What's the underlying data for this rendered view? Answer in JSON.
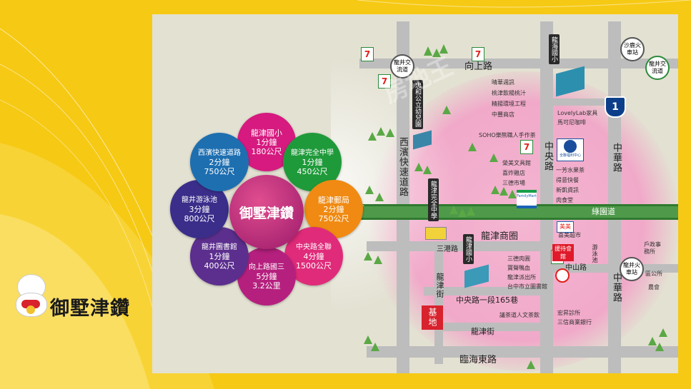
{
  "brand": {
    "name": "御墅津鑽",
    "center_label": "御墅津鑽",
    "watermark": "房地王"
  },
  "petals": [
    {
      "name": "龍津國小",
      "time": "1分鐘",
      "dist": "180公尺",
      "color": "#d61a7f"
    },
    {
      "name": "龍津完全中學",
      "time": "1分鐘",
      "dist": "450公尺",
      "color": "#1f9a3a"
    },
    {
      "name": "龍津郵局",
      "time": "2分鐘",
      "dist": "750公尺",
      "color": "#f08a12"
    },
    {
      "name": "中央路全聯",
      "time": "4分鐘",
      "dist": "1500公尺",
      "color": "#e02b7a"
    },
    {
      "name": "向上路國三",
      "time": "5分鐘",
      "dist": "3.2公里",
      "color": "#b5207e"
    },
    {
      "name": "龍井圖書館",
      "time": "1分鐘",
      "dist": "400公尺",
      "color": "#5c2f8e"
    },
    {
      "name": "龍井游泳池",
      "time": "3分鐘",
      "dist": "800公尺",
      "color": "#3a2e8a"
    },
    {
      "name": "西濱快速道路",
      "time": "2分鐘",
      "dist": "750公尺",
      "color": "#1e6fb0"
    }
  ],
  "roads": {
    "xiangshang": "向上路",
    "xibin": "西濱快速道路",
    "zhongyang": "中央路",
    "zhonghua_top": "中華路",
    "zhonghua_bottom": "中華路",
    "lvyuan": "綠園道",
    "sangang": "三港路",
    "zhongyang_165": "中央路一段165巷",
    "longjin_street_v": "龍津街",
    "longjin_street_h": "龍津街",
    "linhai_east": "臨海東路",
    "zhongshan": "中山路"
  },
  "tags": {
    "longhai": "龍海國小",
    "zhonghe": "忠和公立幼兒園",
    "longjin_high": "龍津完全中學",
    "longjin_elem": "龍津國小"
  },
  "stations": {
    "longjing_int": "龍井交流道",
    "shalu": "沙鹿火車站",
    "longjing_int2": "龍井交流道",
    "longjing_station": "龍井火車站"
  },
  "area_label": "龍津商圈",
  "site_label": "基地",
  "highway_number": "1",
  "shops_top": [
    "晴華週訊",
    "桃津飲楊桃汁",
    "精揚環境工程",
    "中豐商店"
  ],
  "shop_soho": "SOHO樂熊職人手作茶",
  "shops_mid": [
    "榮美文具館",
    "喜炸雞店",
    "三德市場"
  ],
  "shops_right_top": [
    "LovelyLab家具",
    "馬可尼咖啡"
  ],
  "chuan_label": "全聯福利中心",
  "shops_right": [
    "一芳水果茶",
    "得意快餐",
    "新凱資訊",
    "肉食堂"
  ],
  "shops_lower": [
    "三德肉圓",
    "寶聲鴨血",
    "龍津派出所",
    "台中市立圖書館"
  ],
  "shops_bottom": [
    "議茶道人文茶飲"
  ],
  "shops_bottom_right": [
    "宏昇診所",
    "三信商業銀行"
  ],
  "shops_far_right": [
    "戶政事務所",
    "區公所",
    "農會"
  ],
  "mart": {
    "name": "喜美超市",
    "logo": "美美"
  },
  "pool_tag": "游泳池",
  "police_tag": "援待會館",
  "familymart": "FamilyMart",
  "seven": "7"
}
